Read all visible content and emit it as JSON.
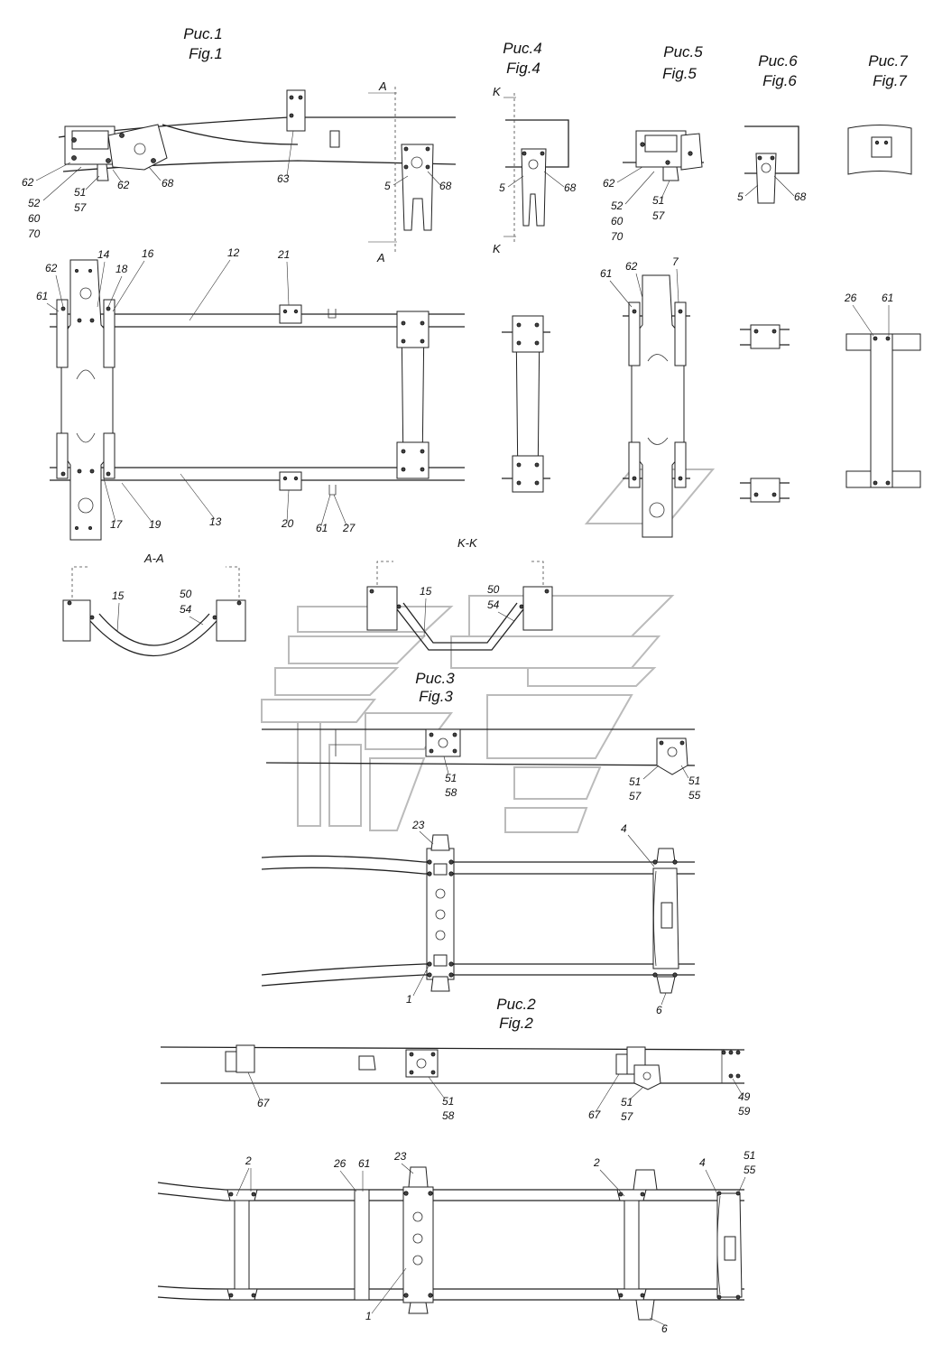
{
  "figures": {
    "fig1": {
      "ru": "Рис.1",
      "en": "Fig.1"
    },
    "fig2": {
      "ru": "Рис.2",
      "en": "Fig.2"
    },
    "fig3": {
      "ru": "Рис.3",
      "en": "Fig.3"
    },
    "fig4": {
      "ru": "Рис.4",
      "en": "Fig.4"
    },
    "fig5": {
      "ru": "Рис.5",
      "en": "Fig.5"
    },
    "fig6": {
      "ru": "Рис.6",
      "en": "Fig.6"
    },
    "fig7": {
      "ru": "Рис.7",
      "en": "Fig.7"
    }
  },
  "sections": {
    "aa": "A-A",
    "kk": "K-K",
    "a": "A",
    "k": "K"
  },
  "callouts": {
    "fig1_top": [
      "62",
      "52",
      "60",
      "70",
      "51",
      "57",
      "62",
      "68",
      "63",
      "5",
      "68"
    ],
    "fig4_top": [
      "5",
      "68"
    ],
    "fig5_top": [
      "62",
      "52",
      "60",
      "70",
      "51",
      "57"
    ],
    "fig6_top": [
      "5",
      "68"
    ],
    "fig1_plan": [
      "62",
      "14",
      "16",
      "18",
      "12",
      "21",
      "61",
      "17",
      "19",
      "13",
      "20",
      "61",
      "27"
    ],
    "fig5_plan": [
      "61",
      "62",
      "7"
    ],
    "fig7_plan": [
      "26",
      "61"
    ],
    "aa": [
      "15",
      "50",
      "54"
    ],
    "kk": [
      "15",
      "50",
      "54"
    ],
    "fig3_side": [
      "51",
      "58",
      "51",
      "57",
      "51",
      "55"
    ],
    "fig3_plan": [
      "23",
      "4",
      "1",
      "6"
    ],
    "fig2_side": [
      "67",
      "51",
      "58",
      "67",
      "51",
      "57",
      "49",
      "59"
    ],
    "fig2_plan": [
      "2",
      "26",
      "61",
      "23",
      "2",
      "4",
      "51",
      "55",
      "1",
      "6"
    ]
  }
}
